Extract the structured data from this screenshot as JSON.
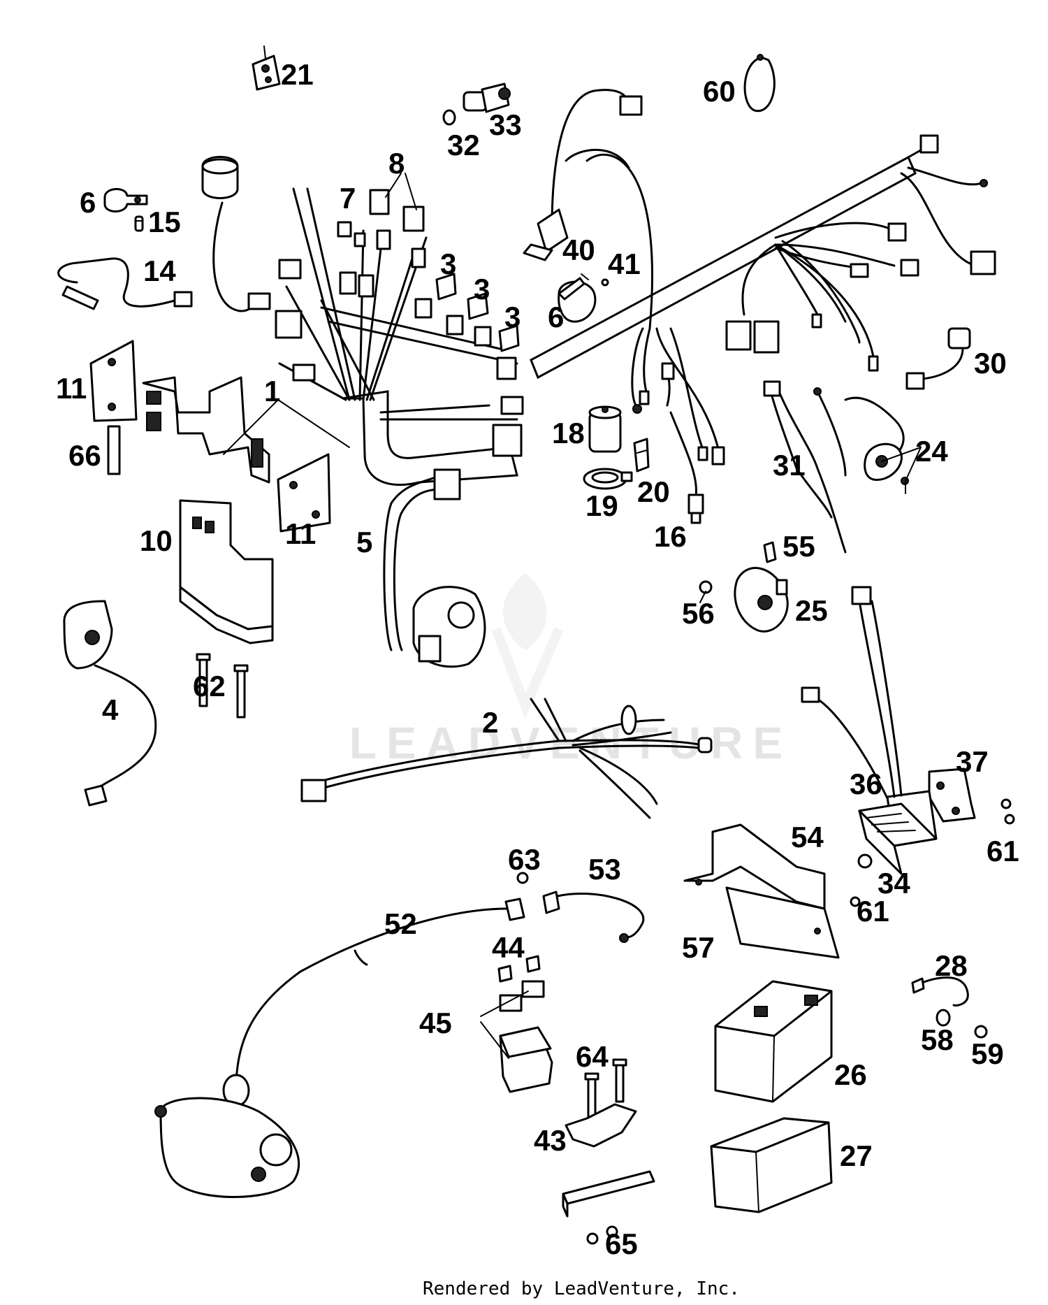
{
  "labels": {
    "l21": "21",
    "l33": "33",
    "l32": "32",
    "l60": "60",
    "l8": "8",
    "l7": "7",
    "l6a": "6",
    "l15": "15",
    "l14": "14",
    "l3a": "3",
    "l3b": "3",
    "l3c": "3",
    "l40": "40",
    "l41": "41",
    "l6b": "6",
    "l30": "30",
    "l11a": "11",
    "l1": "1",
    "l66": "66",
    "l18": "18",
    "l24": "24",
    "l31": "31",
    "l19": "19",
    "l20": "20",
    "l11b": "11",
    "l10": "10",
    "l5": "5",
    "l16": "16",
    "l55": "55",
    "l56": "56",
    "l25": "25",
    "l62": "62",
    "l4": "4",
    "l2": "2",
    "l37": "37",
    "l36": "36",
    "l61a": "61",
    "l54": "54",
    "l63": "63",
    "l53": "53",
    "l34": "34",
    "l61b": "61",
    "l52": "52",
    "l57": "57",
    "l44": "44",
    "l28": "28",
    "l45": "45",
    "l58": "58",
    "l59": "59",
    "l64": "64",
    "l26": "26",
    "l43": "43",
    "l27": "27",
    "l65": "65"
  },
  "watermark": "LEADVENTURE",
  "footer": "Rendered by LeadVenture, Inc."
}
